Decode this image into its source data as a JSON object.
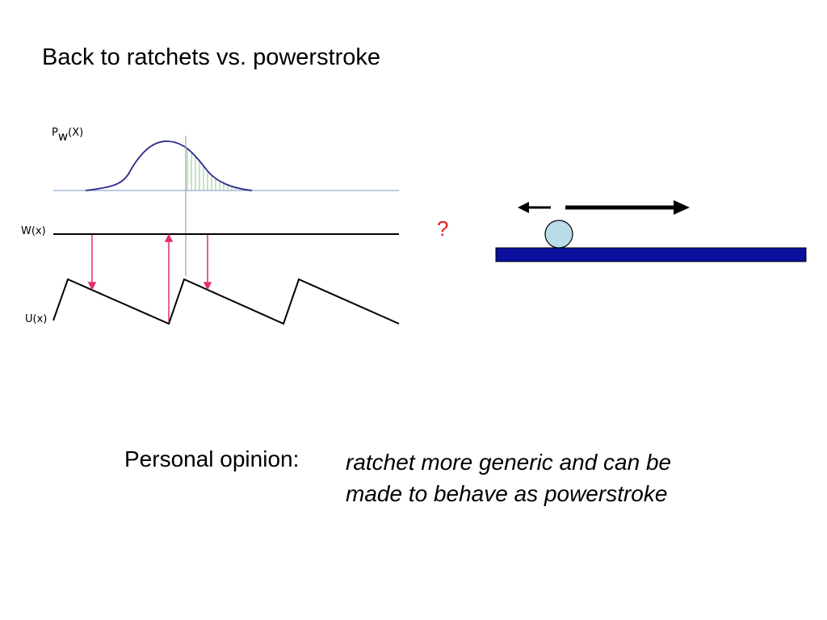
{
  "slide": {
    "title": "Back to ratchets vs. powerstroke"
  },
  "diagram": {
    "pw_label_main": "P",
    "pw_label_sub": "w",
    "pw_label_arg": "(X)",
    "w_label": "W(x)",
    "u_label": "U(x)",
    "question_mark": "?"
  },
  "opinion": {
    "label": "Personal opinion:",
    "line1": "ratchet more generic and can be",
    "line2": "made to behave as powerstroke"
  },
  "colors": {
    "curve": "#2e2b8f",
    "baseline": "#a8b8d8",
    "hatch": "#8cc88c",
    "arrow": "#e0306a",
    "question": "#e02020",
    "track": "#0a0f9e",
    "ball_fill": "#b8dde6",
    "vertical_line": "#a0a0a0"
  }
}
